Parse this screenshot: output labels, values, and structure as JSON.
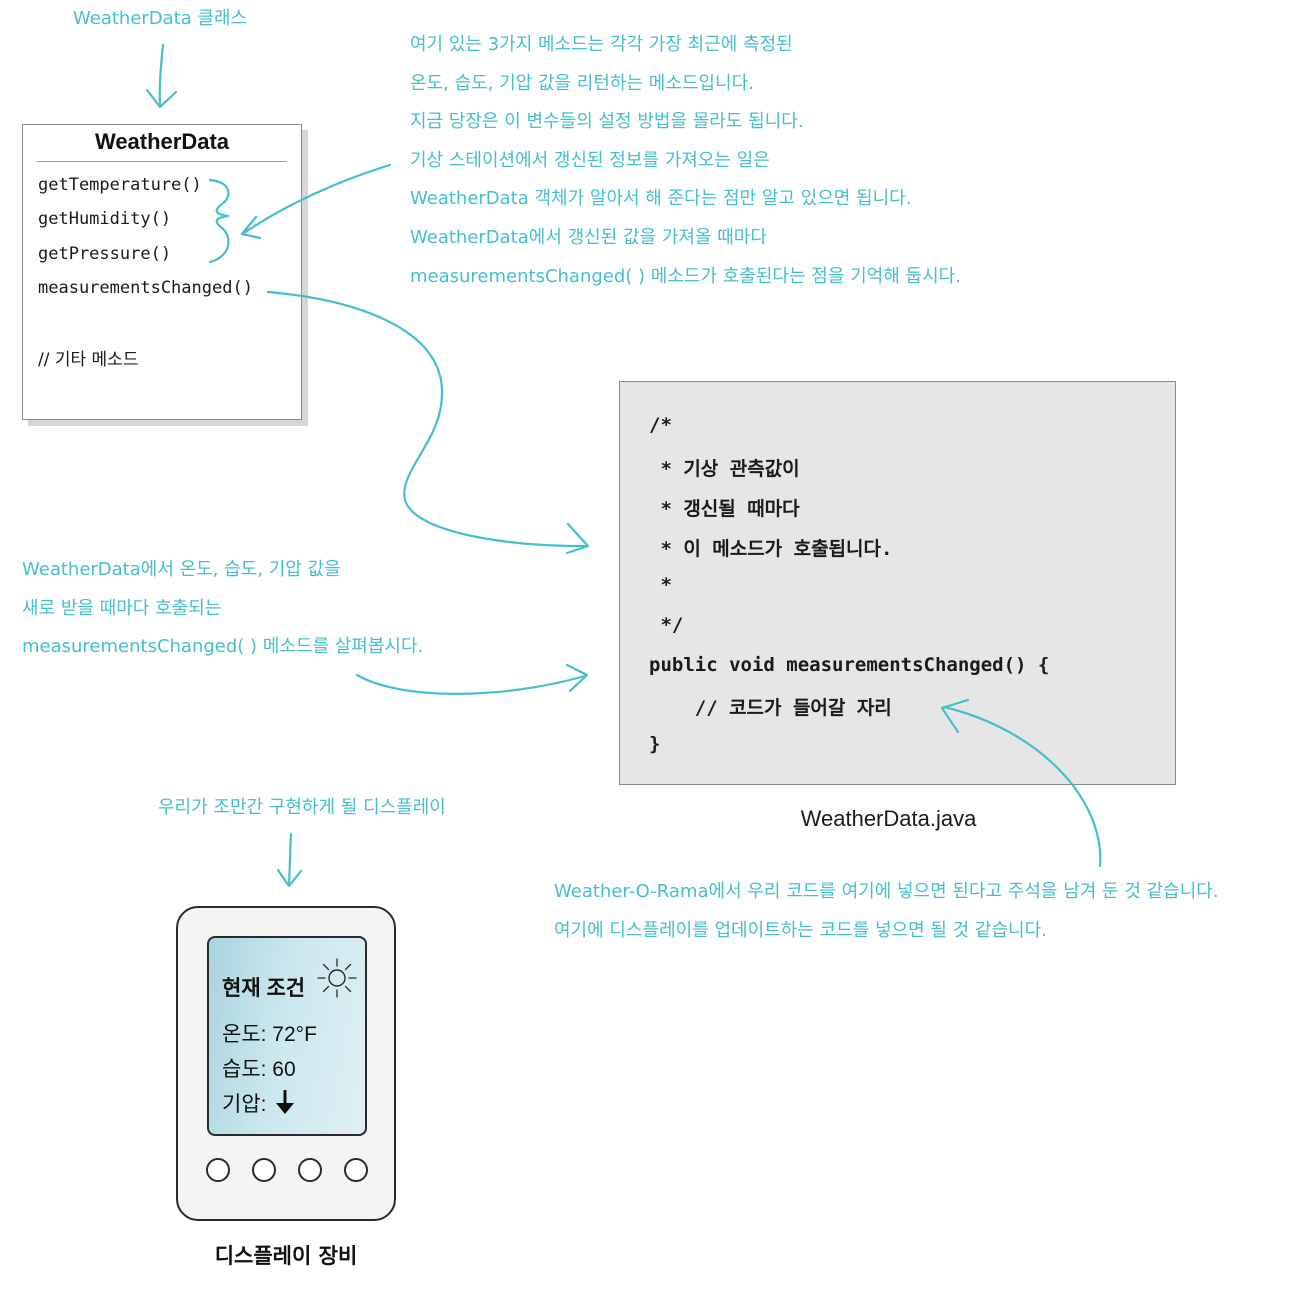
{
  "notes": {
    "class_label": "WeatherData 클래스",
    "getter_note": [
      "여기 있는 3가지 메소드는 각각 가장 최근에 측정된",
      "온도, 습도, 기압 값을 리턴하는 메소드입니다.",
      "지금 당장은 이 변수들의 설정 방법을 몰라도 됩니다.",
      "기상 스테이션에서 갱신된 정보를 가져오는 일은",
      "WeatherData 객체가 알아서 해 준다는 점만 알고 있으면 됩니다.",
      "WeatherData에서 갱신된 값을 가져올 때마다",
      "measurementsChanged( ) 메소드가 호출된다는 점을 기억해 둡시다."
    ],
    "method_note": [
      "WeatherData에서 온도, 습도, 기압 값을",
      "새로 받을 때마다 호출되는",
      "measurementsChanged( ) 메소드를 살펴봅시다."
    ],
    "display_note": "우리가 조만간 구현하게 될 디스플레이",
    "code_note": [
      "Weather-O-Rama에서 우리 코드를 여기에 넣으면 된다고 주석을 남겨 둔 것 같습니다.",
      "여기에 디스플레이를 업데이트하는 코드를 넣으면 될 것 같습니다."
    ]
  },
  "class_box": {
    "title": "WeatherData",
    "methods": [
      "getTemperature()",
      "getHumidity()",
      "getPressure()",
      "measurementsChanged()"
    ],
    "comment": "// 기타 메소드"
  },
  "code": {
    "lines": [
      "/*",
      " * 기상 관측값이",
      " * 갱신될 때마다",
      " * 이 메소드가 호출됩니다.",
      " *",
      " */",
      "public void measurementsChanged() {",
      "    // 코드가 들어갈 자리",
      "}"
    ],
    "filename": "WeatherData.java"
  },
  "device": {
    "title": "현재 조건",
    "temperature": "온도: 72°F",
    "humidity": "습도: 60",
    "pressure_label": "기압:",
    "pressure_trend": "falling",
    "caption": "디스플레이 장비"
  },
  "colors": {
    "annotation": "#45bfcc",
    "code_background": "#e6e6e6",
    "screen": "#cbe7ee"
  }
}
